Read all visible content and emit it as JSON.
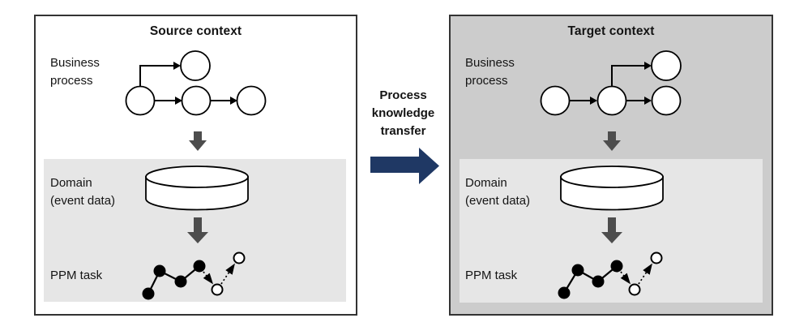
{
  "figure": {
    "source_panel": {
      "title": "Source context",
      "business_process_label": [
        "Business",
        "process"
      ],
      "domain_label": [
        "Domain",
        "(event data)"
      ],
      "ppm_task_label": "PPM task"
    },
    "target_panel": {
      "title": "Target context",
      "business_process_label": [
        "Business",
        "process"
      ],
      "domain_label": [
        "Domain",
        "(event data)"
      ],
      "ppm_task_label": "PPM task"
    },
    "transfer_label": [
      "Process",
      "knowledge",
      "transfer"
    ]
  },
  "icons": {
    "process_node": "circle",
    "flow_arrow": "black right triangle arrow",
    "down_arrow": "thick dark-gray down arrow",
    "database_cylinder": "white database cylinder",
    "ppm_chart": "zigzag dot line: filled dots, dotted arrows to open dots",
    "transfer_arrow": "thick navy right arrow"
  },
  "colors": {
    "panel_border": "#333333",
    "source_bg": "#ffffff",
    "target_bg": "#cccccc",
    "inner_panel_bg": "#e6e6e6",
    "node_fill": "#ffffff",
    "line": "#000000",
    "down_arrow": "#4d4d4d",
    "transfer_arrow": "#1f3864",
    "text": "#141414"
  }
}
